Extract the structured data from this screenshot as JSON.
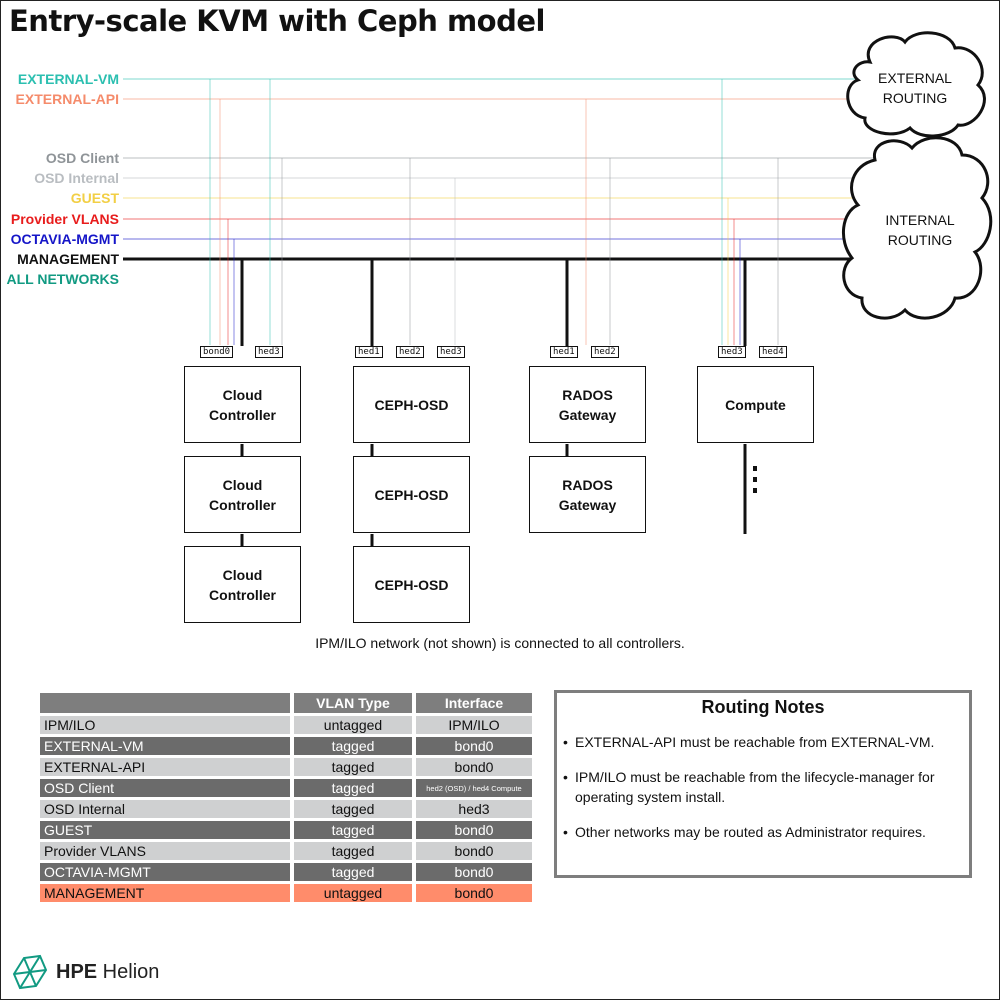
{
  "title": "Entry-scale KVM with Ceph model",
  "colors": {
    "external_vm": "#2bbfb0",
    "external_api": "#f58b6b",
    "osd_client": "#8f9498",
    "osd_internal": "#b9bdc1",
    "guest": "#f2cf45",
    "provider_vlans": "#e81c1c",
    "octavia_mgmt": "#1515c8",
    "management": "#111111",
    "all_networks": "#119a82"
  },
  "networks": [
    {
      "label": "EXTERNAL-VM",
      "color": "#2bbfb0"
    },
    {
      "label": "EXTERNAL-API",
      "color": "#f58b6b"
    },
    {
      "label": "OSD Client",
      "color": "#8f9498"
    },
    {
      "label": "OSD Internal",
      "color": "#b9bdc1"
    },
    {
      "label": "GUEST",
      "color": "#f2cf45"
    },
    {
      "label": "Provider VLANS",
      "color": "#e81c1c"
    },
    {
      "label": "OCTAVIA-MGMT",
      "color": "#1515c8"
    },
    {
      "label": "MANAGEMENT",
      "color": "#111111"
    },
    {
      "label": "ALL NETWORKS",
      "color": "#119a82"
    }
  ],
  "clouds": {
    "external": {
      "line1": "EXTERNAL",
      "line2": "ROUTING"
    },
    "internal": {
      "line1": "INTERNAL",
      "line2": "ROUTING"
    }
  },
  "groups": [
    {
      "tags": [
        "bond0",
        "hed3"
      ],
      "nodes": [
        [
          "Cloud",
          "Controller"
        ],
        [
          "Cloud",
          "Controller"
        ],
        [
          "Cloud",
          "Controller"
        ]
      ]
    },
    {
      "tags": [
        "hed1",
        "hed2",
        "hed3"
      ],
      "nodes": [
        [
          "CEPH-OSD"
        ],
        [
          "CEPH-OSD"
        ],
        [
          "CEPH-OSD"
        ]
      ]
    },
    {
      "tags": [
        "hed1",
        "hed2"
      ],
      "nodes": [
        [
          "RADOS",
          "Gateway"
        ],
        [
          "RADOS",
          "Gateway"
        ]
      ]
    },
    {
      "tags": [
        "hed3",
        "hed4"
      ],
      "nodes": [
        [
          "Compute"
        ]
      ]
    }
  ],
  "note": "IPM/ILO network (not shown) is connected to all controllers.",
  "table": {
    "headers": [
      "",
      "VLAN Type",
      "Interface"
    ],
    "rows": [
      {
        "name": "IPM/ILO",
        "type": "untagged",
        "iface": "IPM/ILO"
      },
      {
        "name": "EXTERNAL-VM",
        "type": "tagged",
        "iface": "bond0"
      },
      {
        "name": "EXTERNAL-API",
        "type": "tagged",
        "iface": "bond0"
      },
      {
        "name": "OSD Client",
        "type": "tagged",
        "iface": "hed2 (OSD) / hed4 Compute"
      },
      {
        "name": "OSD Internal",
        "type": "tagged",
        "iface": "hed3"
      },
      {
        "name": "GUEST",
        "type": "tagged",
        "iface": "bond0"
      },
      {
        "name": "Provider VLANS",
        "type": "tagged",
        "iface": "bond0"
      },
      {
        "name": "OCTAVIA-MGMT",
        "type": "tagged",
        "iface": "bond0"
      },
      {
        "name": "MANAGEMENT",
        "type": "untagged",
        "iface": "bond0"
      }
    ]
  },
  "routing_notes": {
    "title": "Routing Notes",
    "items": [
      "EXTERNAL-API must be reachable from EXTERNAL-VM.",
      "IPM/ILO must be reachable from the lifecycle-manager for operating system install.",
      "Other networks may be routed as Administrator requires."
    ]
  },
  "brand": {
    "bold": "HPE",
    "rest": " Helion"
  }
}
